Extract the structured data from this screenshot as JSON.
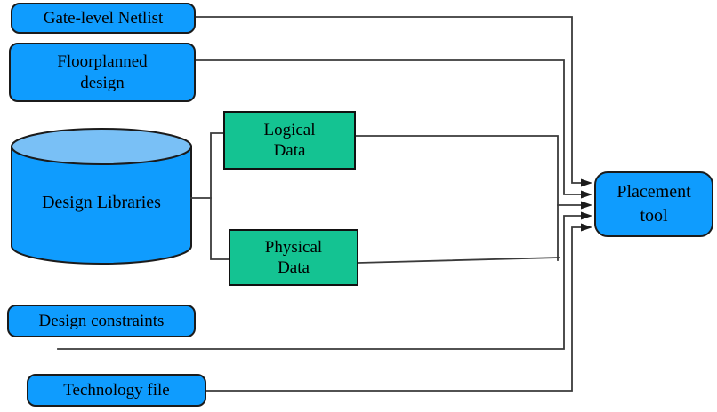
{
  "diagram": {
    "nodes": {
      "gate_level_netlist": {
        "label": "Gate-level Netlist"
      },
      "floorplanned_design": {
        "line1": "Floorplanned",
        "line2": "design"
      },
      "design_libraries": {
        "label": "Design Libraries"
      },
      "logical_data": {
        "line1": "Logical",
        "line2": "Data"
      },
      "physical_data": {
        "line1": "Physical",
        "line2": "Data"
      },
      "design_constraints": {
        "label": "Design constraints"
      },
      "technology_file": {
        "label": "Technology file"
      },
      "placement_tool": {
        "line1": "Placement",
        "line2": "tool"
      }
    },
    "colors": {
      "node_blue": "#0f9cfe",
      "cylinder_top_blue": "#79c0f6",
      "node_green": "#14c392",
      "border": "#1b1b1b",
      "connector": "#3a3a3a",
      "background": "#ffffff"
    }
  }
}
